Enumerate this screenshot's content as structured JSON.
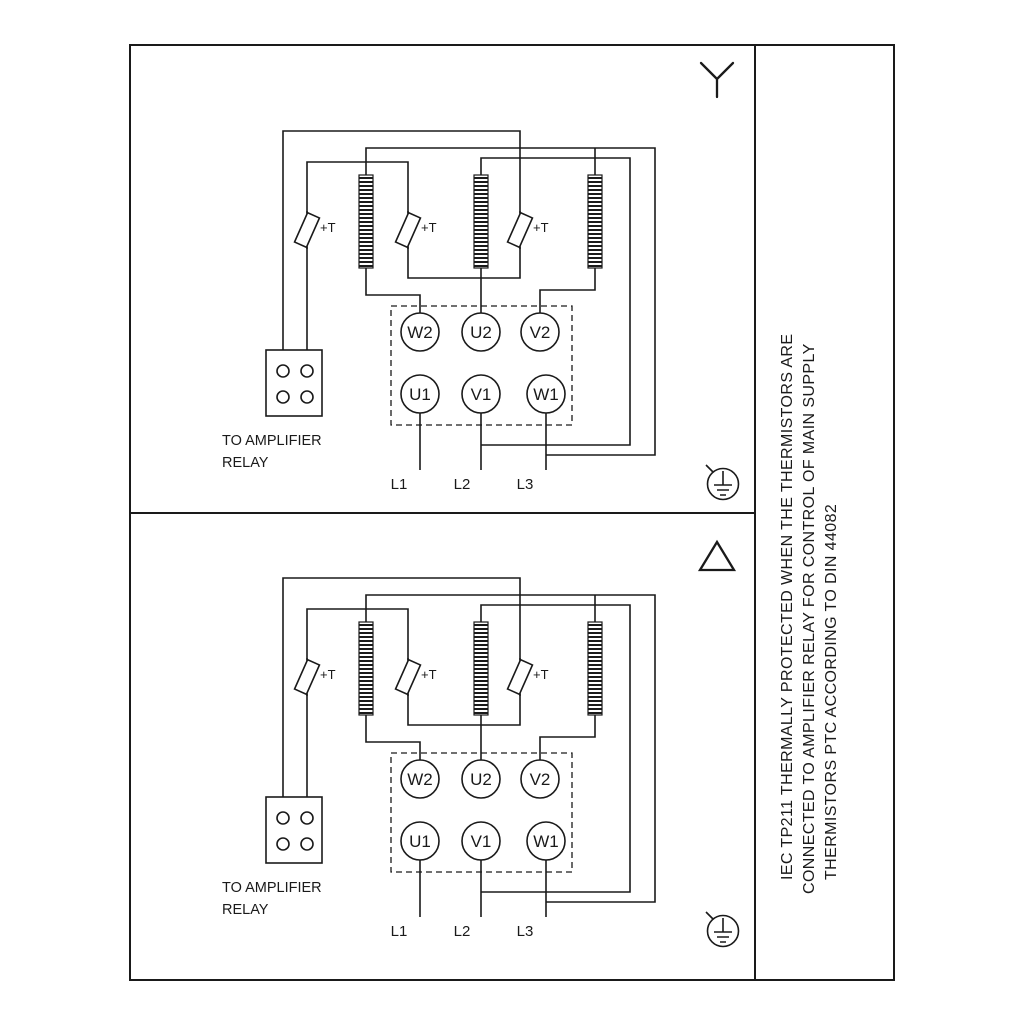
{
  "diagram": {
    "panels": [
      {
        "connection": "star",
        "relay_caption": [
          "TO AMPLIFIER",
          "RELAY"
        ],
        "thermistor_label": "+T",
        "terminals": {
          "top": [
            "W2",
            "U2",
            "V2"
          ],
          "bottom": [
            "U1",
            "V1",
            "W1"
          ]
        },
        "supply": [
          "L1",
          "L2",
          "L3"
        ]
      },
      {
        "connection": "delta",
        "relay_caption": [
          "TO AMPLIFIER",
          "RELAY"
        ],
        "thermistor_label": "+T",
        "terminals": {
          "top": [
            "W2",
            "U2",
            "V2"
          ],
          "bottom": [
            "U1",
            "V1",
            "W1"
          ]
        },
        "supply": [
          "L1",
          "L2",
          "L3"
        ]
      }
    ],
    "side_note": [
      "IEC TP211 THERMALLY PROTECTED WHEN THE THERMISTORS ARE",
      "CONNECTED TO AMPLIFIER RELAY FOR CONTROL OF MAIN SUPPLY",
      "THERMISTORS PTC ACCORDING TO DIN 44082"
    ],
    "colors": {
      "stroke": "#1a1a1a",
      "background": "#ffffff"
    }
  }
}
